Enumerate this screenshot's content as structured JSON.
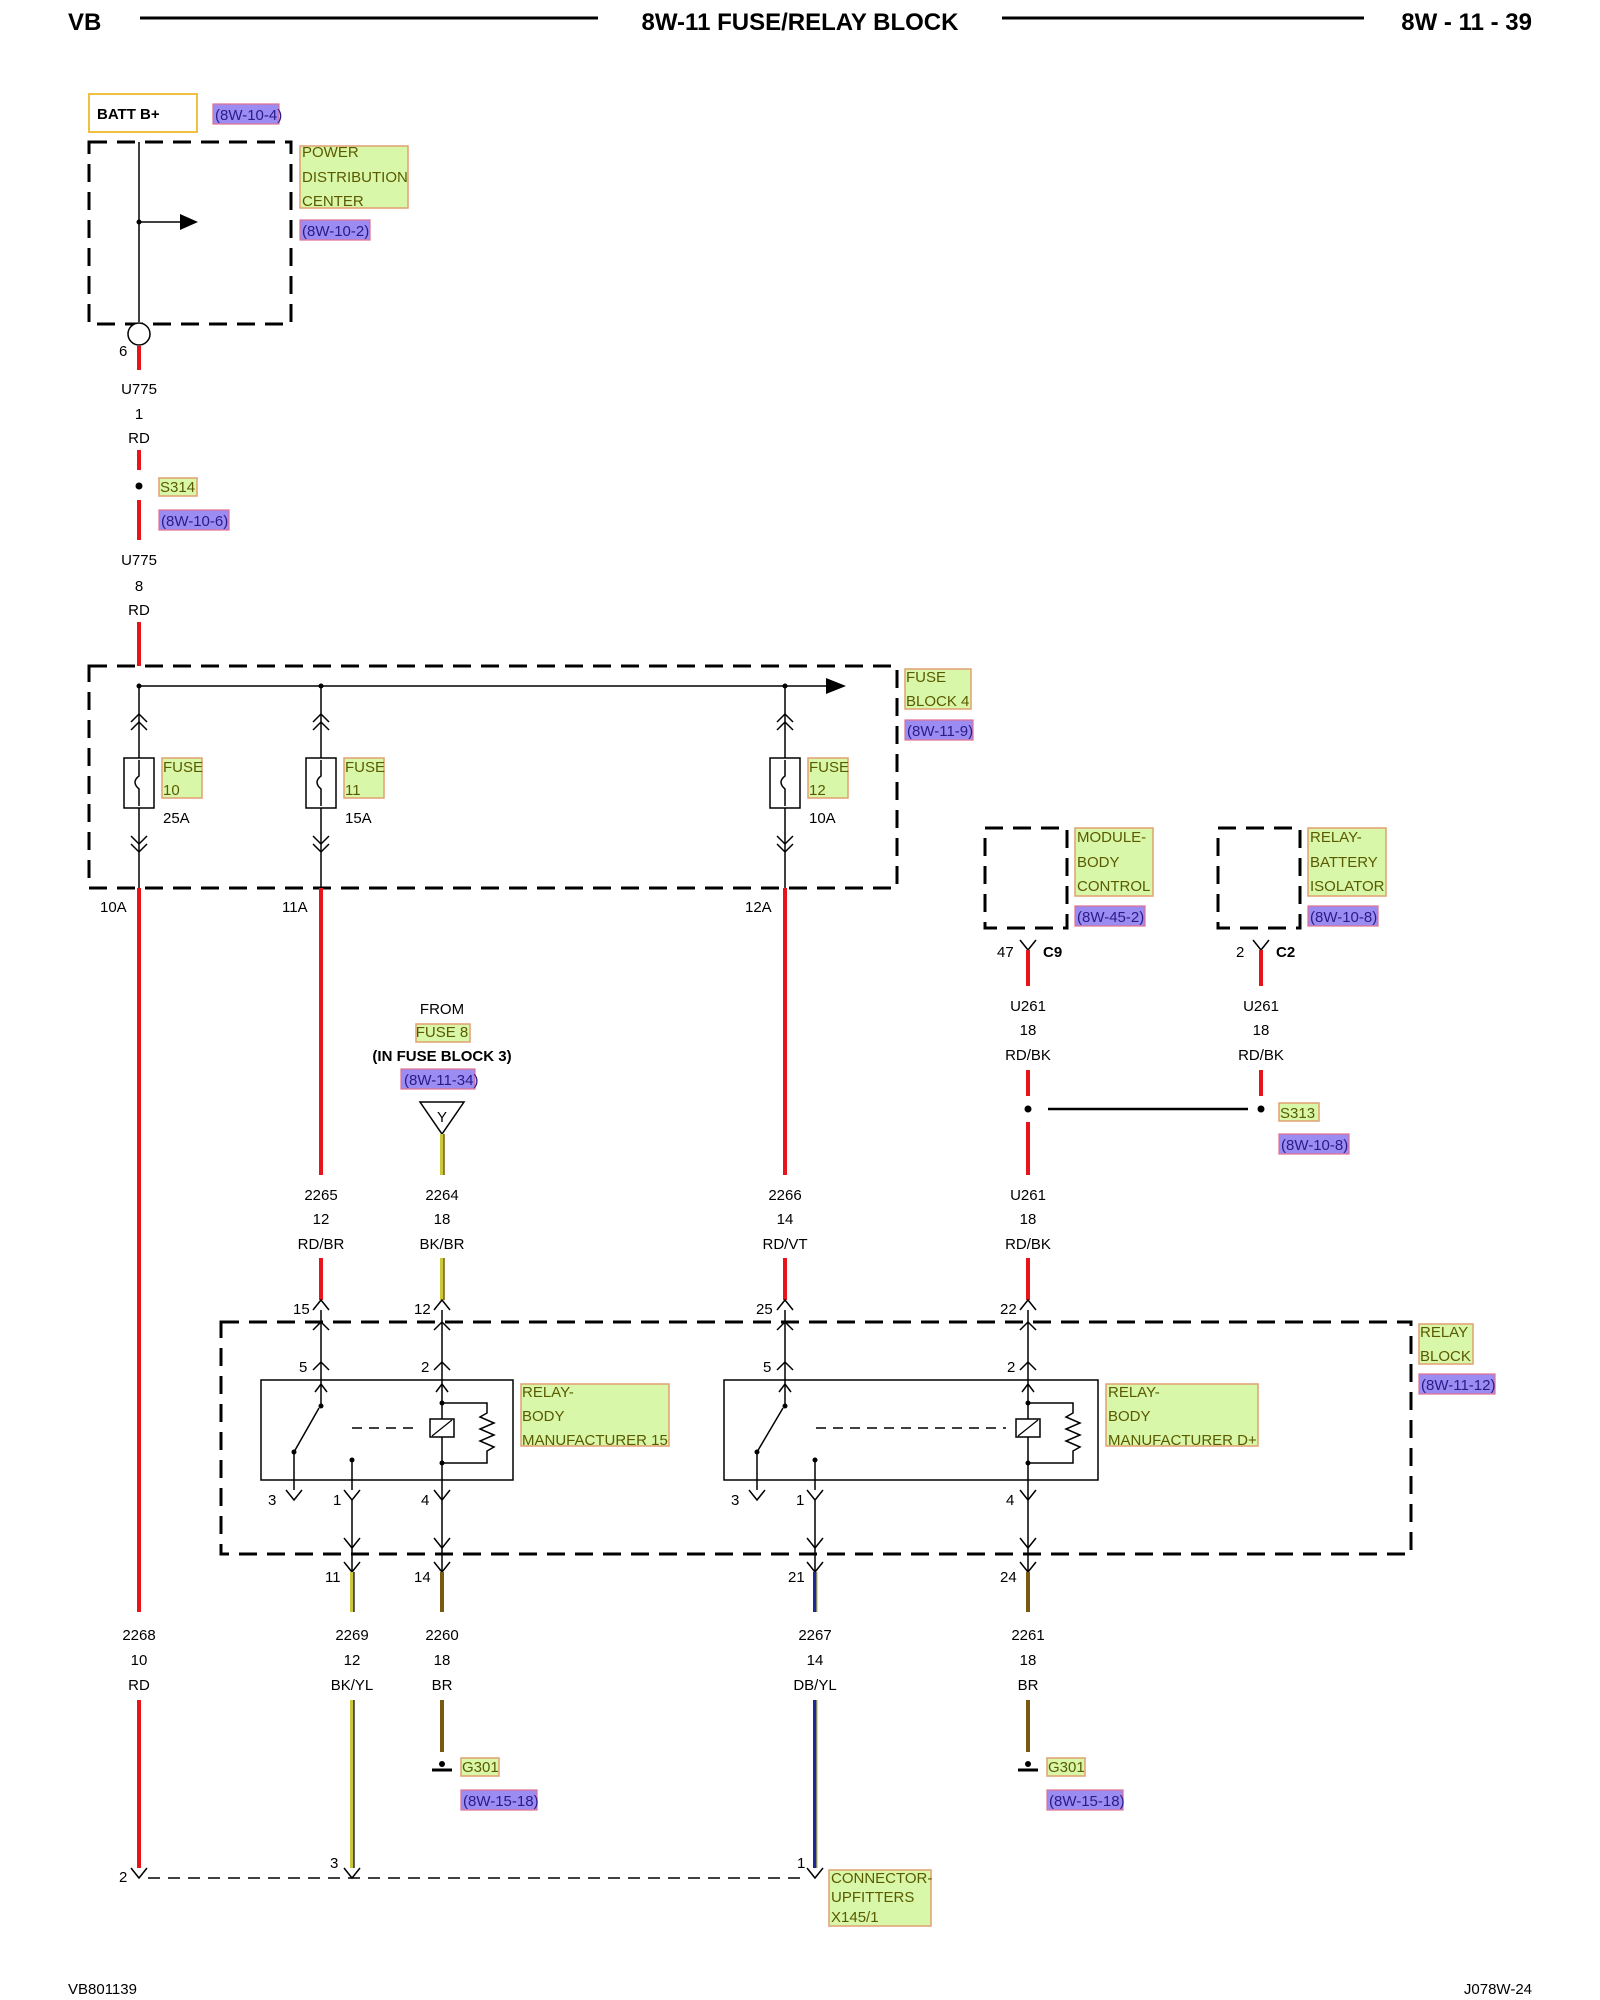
{
  "header": {
    "left": "VB",
    "title": "8W-11 FUSE/RELAY BLOCK",
    "page": "8W - 11 - 39"
  },
  "footer": {
    "left": "VB801139",
    "right": "J078W-24"
  },
  "colors": {
    "red": "#e8141c",
    "yellow": "#c9c93a",
    "brown": "#7a5a10",
    "blue": "#1a2a9a",
    "black": "#000000"
  },
  "batt": {
    "label": "BATT B+",
    "ref": "(8W-10-4)"
  },
  "pdc": {
    "line1": "POWER",
    "line2": "DISTRIBUTION",
    "line3": "CENTER",
    "ref": "(8W-10-2)",
    "pin": "6"
  },
  "wire_u775_a": {
    "circuit": "U775",
    "gauge": "1",
    "color": "RD"
  },
  "splice_s314": {
    "name": "S314",
    "ref": "(8W-10-6)"
  },
  "wire_u775_b": {
    "circuit": "U775",
    "gauge": "8",
    "color": "RD"
  },
  "fuse_block": {
    "line1": "FUSE",
    "line2": "BLOCK 4",
    "ref": "(8W-11-9)",
    "fuses": [
      {
        "label": "FUSE",
        "num": "10",
        "amps": "25A",
        "out": "10A"
      },
      {
        "label": "FUSE",
        "num": "11",
        "amps": "15A",
        "out": "11A"
      },
      {
        "label": "FUSE",
        "num": "12",
        "amps": "10A",
        "out": "12A"
      }
    ]
  },
  "module_bc": {
    "line1": "MODULE-",
    "line2": "BODY",
    "line3": "CONTROL",
    "ref": "(8W-45-2)",
    "pin": "47",
    "conn": "C9"
  },
  "relay_bi": {
    "line1": "RELAY-",
    "line2": "BATTERY",
    "line3": "ISOLATOR",
    "ref": "(8W-10-8)",
    "pin": "2",
    "conn": "C2"
  },
  "wire_u261_a": {
    "circuit": "U261",
    "gauge": "18",
    "color": "RD/BK"
  },
  "wire_u261_b": {
    "circuit": "U261",
    "gauge": "18",
    "color": "RD/BK"
  },
  "splice_s313": {
    "name": "S313",
    "ref": "(8W-10-8)"
  },
  "from": {
    "line1": "FROM",
    "fuse": "FUSE 8",
    "line3": "(IN FUSE BLOCK 3)",
    "ref": "(8W-11-34)",
    "conn": "Y"
  },
  "wires_mid": [
    {
      "circuit": "2265",
      "gauge": "12",
      "color": "RD/BR",
      "pin": "15"
    },
    {
      "circuit": "2264",
      "gauge": "18",
      "color": "BK/BR",
      "pin": "12"
    },
    {
      "circuit": "2266",
      "gauge": "14",
      "color": "RD/VT",
      "pin": "25"
    },
    {
      "circuit": "U261",
      "gauge": "18",
      "color": "RD/BK",
      "pin": "22"
    }
  ],
  "relay_block": {
    "line1": "RELAY",
    "line2": "BLOCK",
    "ref": "(8W-11-12)"
  },
  "relay1": {
    "line1": "RELAY-",
    "line2": "BODY",
    "line3": "MANUFACTURER 15",
    "p5": "5",
    "p2": "2",
    "p3": "3",
    "p1": "1",
    "p4": "4"
  },
  "relay2": {
    "line1": "RELAY-",
    "line2": "BODY",
    "line3": "MANUFACTURER D+",
    "p5": "5",
    "p2": "2",
    "p3": "3",
    "p1": "1",
    "p4": "4"
  },
  "out_pins": {
    "a": "11",
    "b": "14",
    "c": "21",
    "d": "24"
  },
  "wires_low": [
    {
      "circuit": "2268",
      "gauge": "10",
      "color": "RD"
    },
    {
      "circuit": "2269",
      "gauge": "12",
      "color": "BK/YL"
    },
    {
      "circuit": "2260",
      "gauge": "18",
      "color": "BR"
    },
    {
      "circuit": "2267",
      "gauge": "14",
      "color": "DB/YL"
    },
    {
      "circuit": "2261",
      "gauge": "18",
      "color": "BR"
    }
  ],
  "ground1": {
    "name": "G301",
    "ref": "(8W-15-18)"
  },
  "ground2": {
    "name": "G301",
    "ref": "(8W-15-18)"
  },
  "upfitters": {
    "line1": "CONNECTOR-",
    "line2": "UPFITTERS",
    "line3": "X145/1",
    "pin_a": "2",
    "pin_b": "3",
    "pin_c": "1"
  }
}
